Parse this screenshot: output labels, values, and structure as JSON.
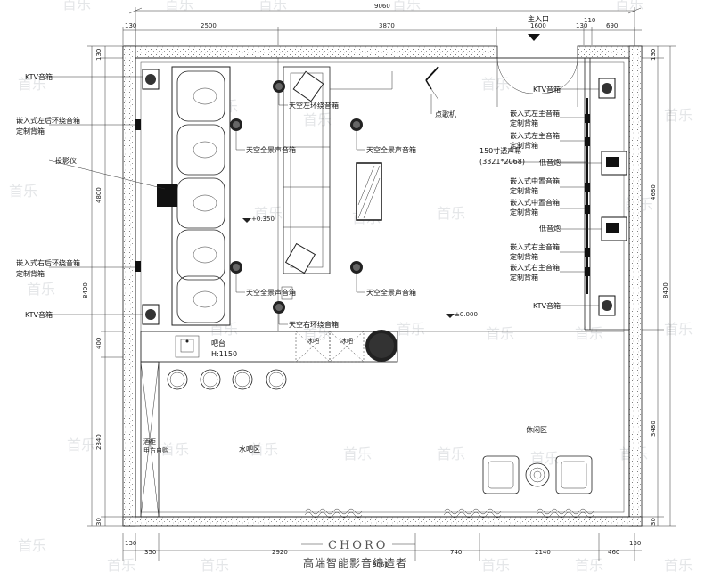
{
  "labels": {
    "entrance": "主入口",
    "ktv_left_top": "KTV音箱",
    "surround_left_rear": "嵌入式左后环绕音箱",
    "custom_box": "定制背箱",
    "projector": "投影仪",
    "surround_right_rear": "嵌入式右后环绕音箱",
    "custom_box2": "定制背箱",
    "ktv_left_bottom": "KTV音箱",
    "sky_left_surround": "天空左环绕音箱",
    "sky_pano_1": "天空全景声音箱",
    "sky_pano_2": "天空全景声音箱",
    "sky_pano_3": "天空全景声音箱",
    "sky_pano_4": "天空全景声音箱",
    "sky_right_surround": "天空右环绕音箱",
    "jukebox": "点歌机",
    "screen_1": "150寸透声幕",
    "screen_2": "(3321*2068)",
    "ktv_right_top": "KTV音箱",
    "ktv_right_bottom": "KTV音箱",
    "left_main": "嵌入式左主音箱",
    "left_main_box": "定制背箱",
    "left_main2": "嵌入式左主音箱",
    "left_main2_box": "定制背箱",
    "subwoofer_1": "低音炮",
    "center_1": "嵌入式中置音箱",
    "center_1_box": "定制背箱",
    "center_2": "嵌入式中置音箱",
    "center_2_box": "定制背箱",
    "subwoofer_2": "低音炮",
    "right_main": "嵌入式右主音箱",
    "right_main_box": "定制背箱",
    "right_main2": "嵌入式右主音箱",
    "right_main2_box": "定制背箱",
    "level_1": "+0.350",
    "level_2": "±0.000",
    "bar": "吧台",
    "bar_height": "H:1150",
    "wine_cabinet": "酒柜",
    "bar_area": "水吧区",
    "lounge_area": "休闲区"
  },
  "dimensions": {
    "top_total": "9060",
    "top_segments": [
      "2500",
      "3870",
      "1600",
      "110",
      "690"
    ],
    "top_small": [
      "130",
      "130"
    ],
    "bottom_total": "9060",
    "bottom_segments": [
      "350",
      "2920",
      "740",
      "2140",
      "460"
    ],
    "bottom_small": [
      "130",
      "130"
    ],
    "left_total": "8400",
    "left_segments": [
      "4800",
      "400",
      "2840"
    ],
    "left_small": [
      "130",
      "30"
    ],
    "right_total": "8400",
    "right_segments": [
      "4680",
      "3480"
    ],
    "right_small": [
      "130",
      "30"
    ]
  },
  "brand": {
    "name": "CHORO",
    "tagline": "高端智能影音缔造者"
  },
  "watermark": "首乐"
}
